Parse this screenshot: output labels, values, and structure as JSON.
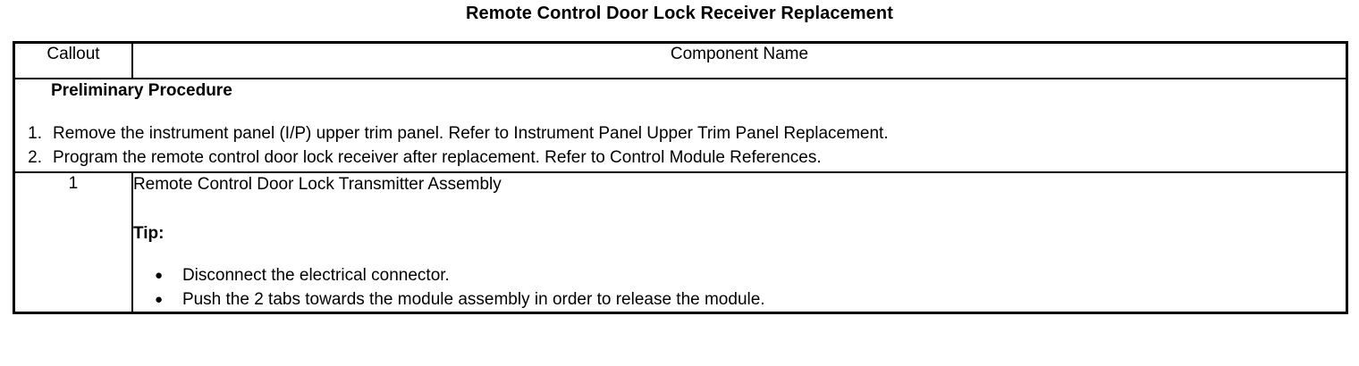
{
  "document": {
    "title": "Remote Control Door Lock Receiver Replacement"
  },
  "table": {
    "headers": {
      "callout": "Callout",
      "component_name": "Component Name"
    },
    "preliminary": {
      "heading": "Preliminary Procedure",
      "steps": [
        {
          "number": "1.",
          "text": "Remove the instrument panel (I/P) upper trim panel. Refer to Instrument Panel Upper Trim Panel Replacement."
        },
        {
          "number": "2.",
          "text": "Program the remote control door lock receiver after replacement. Refer to Control Module References."
        }
      ]
    },
    "rows": [
      {
        "callout": "1",
        "component_name": "Remote Control Door Lock Transmitter Assembly",
        "tip_label": "Tip:",
        "tips": [
          {
            "bullet": "●",
            "text": "Disconnect the electrical connector."
          },
          {
            "bullet": "●",
            "text": "Push the 2 tabs towards the module assembly in order to release the module."
          }
        ]
      }
    ]
  },
  "colors": {
    "text": "#000000",
    "background": "#ffffff",
    "border": "#000000"
  }
}
